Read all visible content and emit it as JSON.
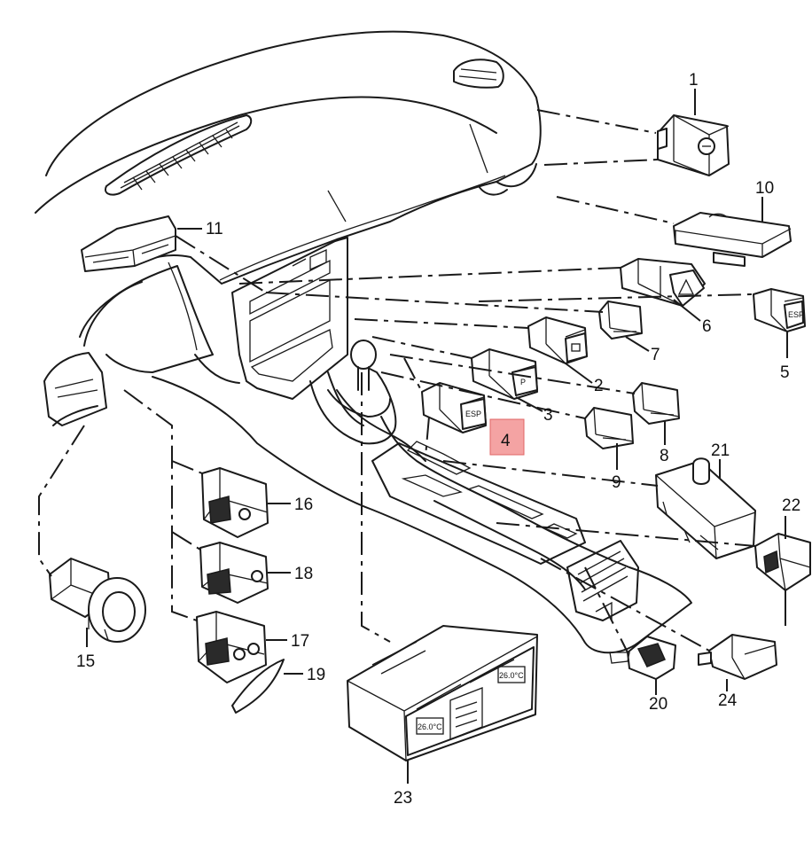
{
  "diagram": {
    "highlighted_part": "4",
    "highlight_color": "#f4a3a3",
    "line_color": "#1a1a1a",
    "callouts": [
      {
        "id": "c1",
        "label": "1"
      },
      {
        "id": "c2",
        "label": "2"
      },
      {
        "id": "c3",
        "label": "3"
      },
      {
        "id": "c4",
        "label": "4"
      },
      {
        "id": "c5",
        "label": "5"
      },
      {
        "id": "c6",
        "label": "6"
      },
      {
        "id": "c7",
        "label": "7"
      },
      {
        "id": "c8",
        "label": "8"
      },
      {
        "id": "c9",
        "label": "9"
      },
      {
        "id": "c10",
        "label": "10"
      },
      {
        "id": "c11",
        "label": "11"
      },
      {
        "id": "c15",
        "label": "15"
      },
      {
        "id": "c16",
        "label": "16"
      },
      {
        "id": "c17",
        "label": "17"
      },
      {
        "id": "c18",
        "label": "18"
      },
      {
        "id": "c19",
        "label": "19"
      },
      {
        "id": "c20",
        "label": "20"
      },
      {
        "id": "c21",
        "label": "21"
      },
      {
        "id": "c22",
        "label": "22"
      },
      {
        "id": "c23",
        "label": "23"
      },
      {
        "id": "c24",
        "label": "24"
      }
    ],
    "button_legends": {
      "esp": "ESP",
      "p": "P"
    },
    "climate_display": {
      "left": "26.0°C",
      "right": "26.0°C"
    }
  }
}
